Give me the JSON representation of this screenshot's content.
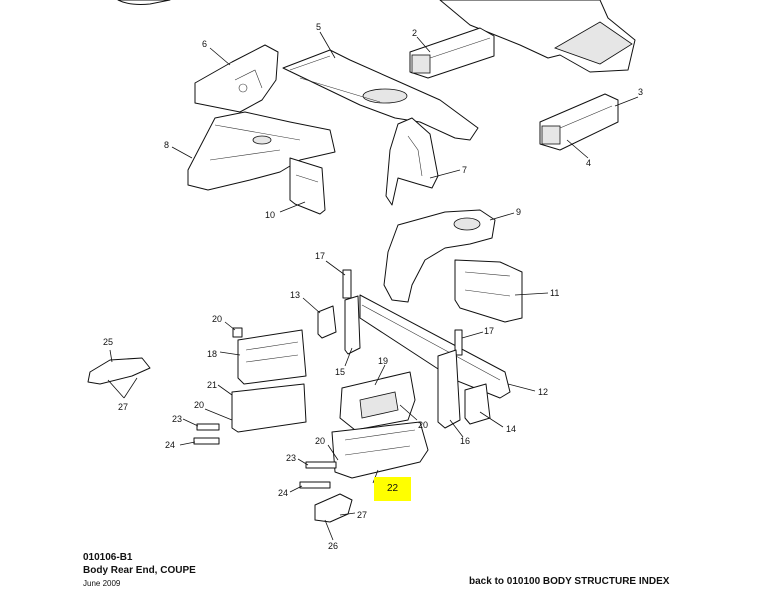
{
  "callouts": {
    "c2": "2",
    "c3": "3",
    "c4": "4",
    "c5": "5",
    "c6": "6",
    "c7": "7",
    "c8": "8",
    "c9": "9",
    "c10": "10",
    "c11": "11",
    "c12": "12",
    "c13": "13",
    "c14": "14",
    "c15": "15",
    "c16": "16",
    "c17a": "17",
    "c17b": "17",
    "c18": "18",
    "c19": "19",
    "c20a": "20",
    "c20b": "20",
    "c20c": "20",
    "c20d": "20",
    "c21": "21",
    "c22": "22",
    "c23a": "23",
    "c23b": "23",
    "c24a": "24",
    "c24b": "24",
    "c25": "25",
    "c26": "26",
    "c27a": "27",
    "c27b": "27"
  },
  "highlighted_callout": "22",
  "highlight_color": "#ffff00",
  "footer": {
    "code": "010106-B1",
    "title": "Body Rear End, COUPE",
    "date": "June 2009",
    "back_link": "back to 010100 BODY STRUCTURE INDEX"
  }
}
